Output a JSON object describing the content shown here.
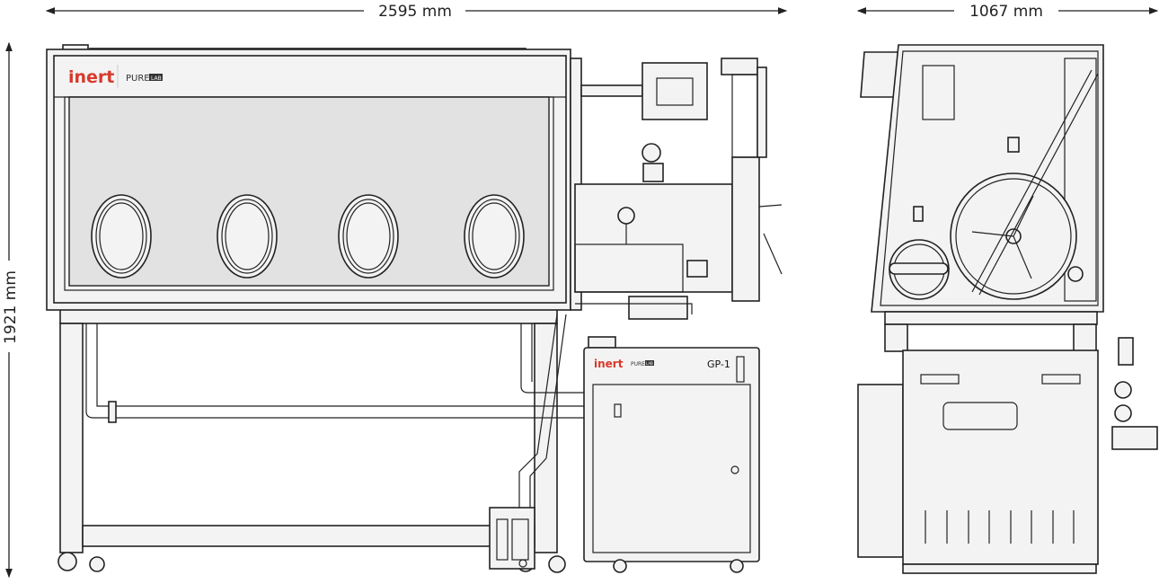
{
  "dimensions": {
    "width_front": "2595 mm",
    "width_side": "1067 mm",
    "height": "1921 mm"
  },
  "glovebox": {
    "brand": "inert",
    "product": "PURE",
    "product_badge": "LAB",
    "gloveport_count": 4
  },
  "purifier": {
    "brand": "inert",
    "product": "PURE",
    "product_badge": "LAB",
    "model": "GP-1"
  },
  "colors": {
    "brand": "#d8392b",
    "line": "#222222",
    "fill": "#f3f3f3",
    "window": "#e2e2e2"
  }
}
